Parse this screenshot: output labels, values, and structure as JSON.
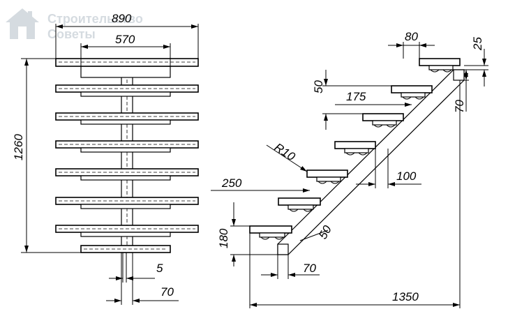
{
  "watermark": {
    "line1": "Строительство",
    "line2": "Советы",
    "icon": "house-logo-icon"
  },
  "front_view": {
    "dim_total_width": "890",
    "dim_stringer_width": "570",
    "dim_height": "1260",
    "dim_gap": "5",
    "dim_beam": "70"
  },
  "side_view": {
    "dim_step_top": "80",
    "dim_plate": "25",
    "dim_50_top": "50",
    "dim_175": "175",
    "dim_70_right": "70",
    "dim_radius": "R10",
    "dim_100": "100",
    "dim_250": "250",
    "dim_180": "180",
    "dim_50_bottom": "50",
    "dim_70_bottom": "70",
    "dim_total_length": "1350"
  }
}
